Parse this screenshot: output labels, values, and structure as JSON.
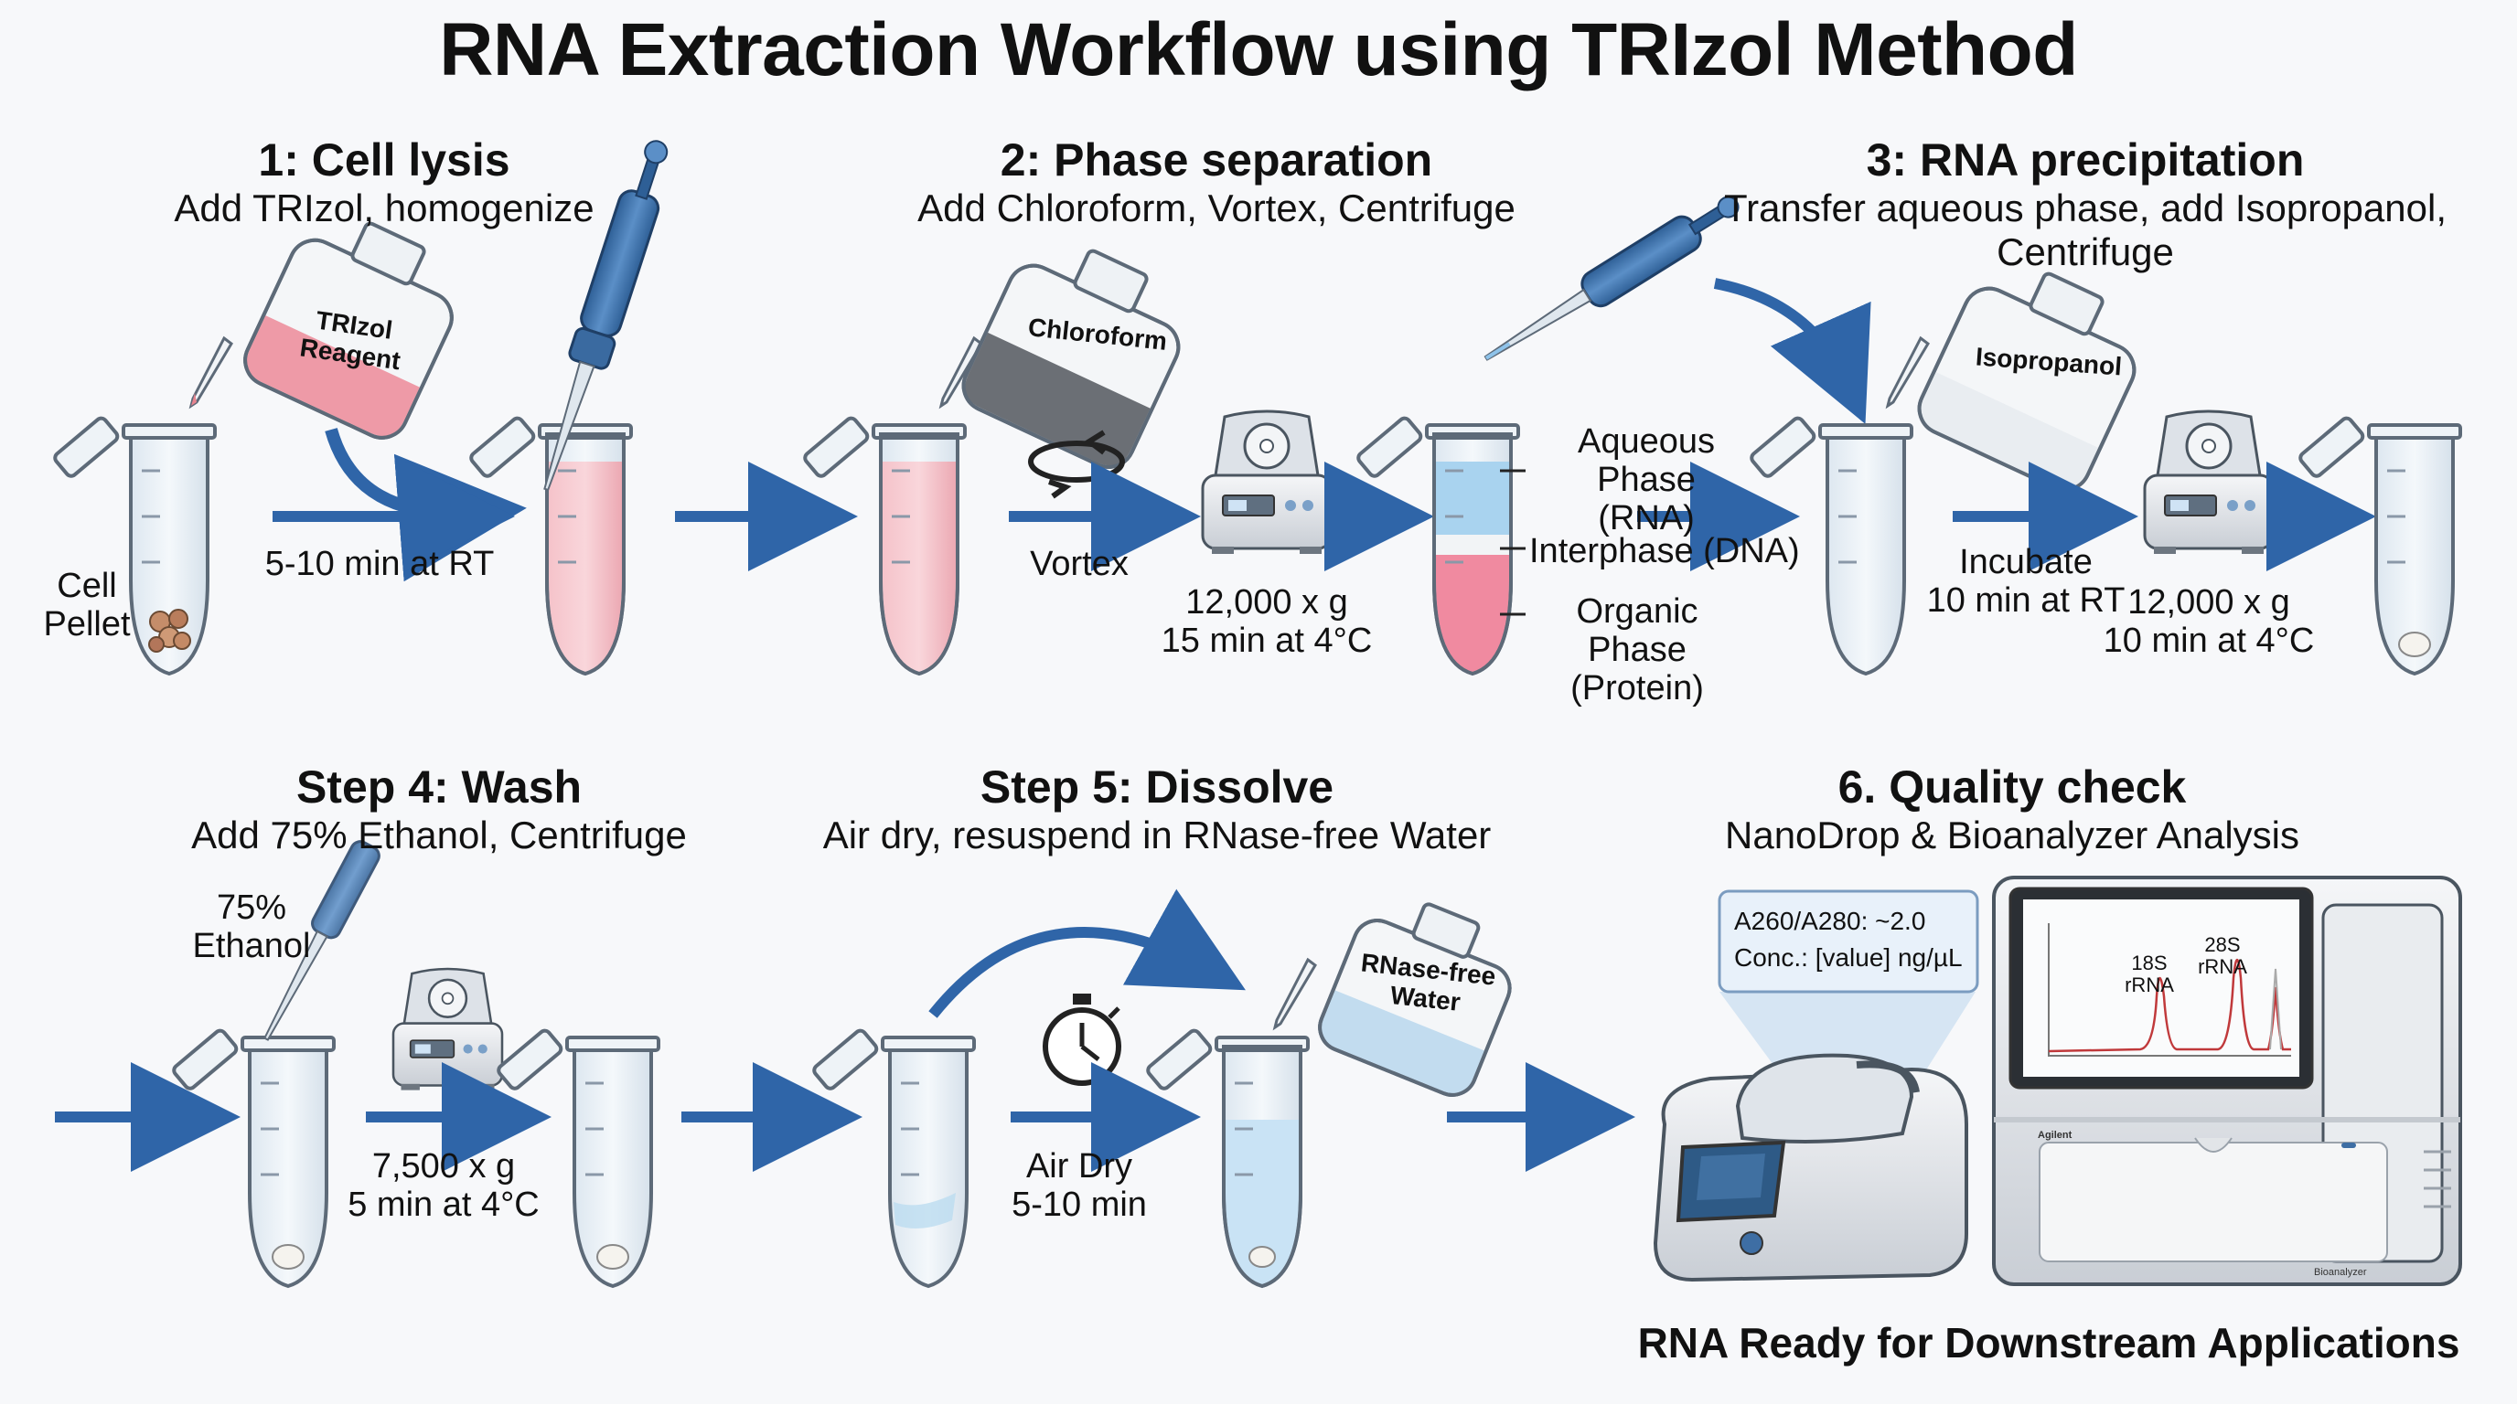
{
  "title": "RNA Extraction Workflow using TRIzol Method",
  "steps": [
    {
      "heading": "1: Cell lysis",
      "subtitle": "Add TRIzol, homogenize"
    },
    {
      "heading": "2: Phase separation",
      "subtitle": "Add Chloroform, Vortex, Centrifuge"
    },
    {
      "heading": "3: RNA precipitation",
      "subtitle": "Transfer aqueous phase, add Isopropanol,",
      "subtitle2": "Centrifuge"
    },
    {
      "heading": "Step 4: Wash",
      "subtitle": "Add 75% Ethanol, Centrifuge"
    },
    {
      "heading": "Step 5: Dissolve",
      "subtitle": "Air dry, resuspend in RNase-free Water"
    },
    {
      "heading": "6. Quality check",
      "subtitle": "NanoDrop & Bioanalyzer Analysis"
    }
  ],
  "bottles": {
    "trizol": "TRIzol\nReagent",
    "chloroform": "Chloroform",
    "isopropanol": "Isopropanol",
    "water": "RNase-free\nWater"
  },
  "labels": {
    "cell_pellet": "Cell\nPellet",
    "lysis_time": "5-10 min at RT",
    "vortex": "Vortex",
    "spin1": "12,000 x g\n15 min at 4°C",
    "aqueous": "Aqueous Phase\n(RNA)",
    "interphase": "Interphase (DNA)",
    "organic": "Organic Phase\n(Protein)",
    "incubate": "Incubate\n10 min at RT",
    "spin2": "12,000 x g\n10 min at 4°C",
    "ethanol": "75%\nEthanol",
    "spin3": "7,500 x g\n5 min at 4°C",
    "air_dry": "Air Dry\n5-10 min"
  },
  "nanodrop": {
    "ratio": "A260/A280: ~2.0",
    "conc": "Conc.: [value] ng/µL"
  },
  "bioanalyzer": {
    "peak1": "18S\nrRNA",
    "peak2": "28S\nrRNA",
    "brand": "Agilent",
    "model": "Bioanalyzer"
  },
  "footer": "RNA Ready for Downstream Applications",
  "colors": {
    "arrow": "#2f65a8",
    "tube_outline": "#5d6a78",
    "pink": "#f2b3bd",
    "blue_liquid": "#a9d3ef",
    "pipette": "#3c6ea6"
  }
}
